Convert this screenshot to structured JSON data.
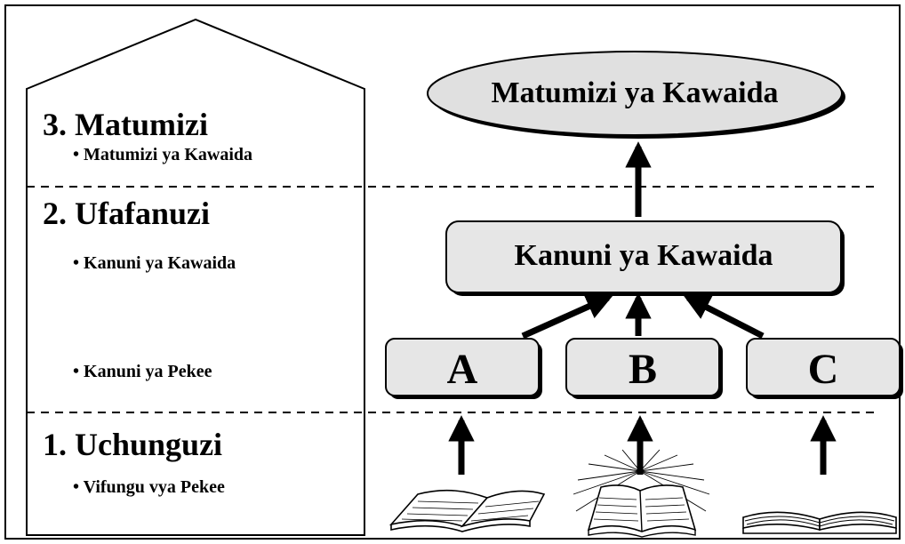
{
  "stages": [
    {
      "number": "3.",
      "title": "Matumizi",
      "bullets": [
        "Matumizi ya Kawaida"
      ]
    },
    {
      "number": "2.",
      "title": "Ufafanuzi",
      "bullets": [
        "Kanuni ya Kawaida",
        "Kanuni ya Pekee"
      ]
    },
    {
      "number": "1.",
      "title": "Uchunguzi",
      "bullets": [
        "Vifungu vya Pekee"
      ]
    }
  ],
  "diagram": {
    "top_ellipse": "Matumizi ya Kawaida",
    "middle_box": "Kanuni ya Kawaida",
    "passage_boxes": [
      "A",
      "B",
      "C"
    ],
    "books": [
      {
        "icon": "open-book-icon"
      },
      {
        "icon": "glowing-bible-icon"
      },
      {
        "icon": "open-book-flat-icon"
      }
    ]
  },
  "colors": {
    "box_fill": "#e6e6e6",
    "ellipse_fill": "#e0e0e0",
    "stroke": "#000000"
  }
}
